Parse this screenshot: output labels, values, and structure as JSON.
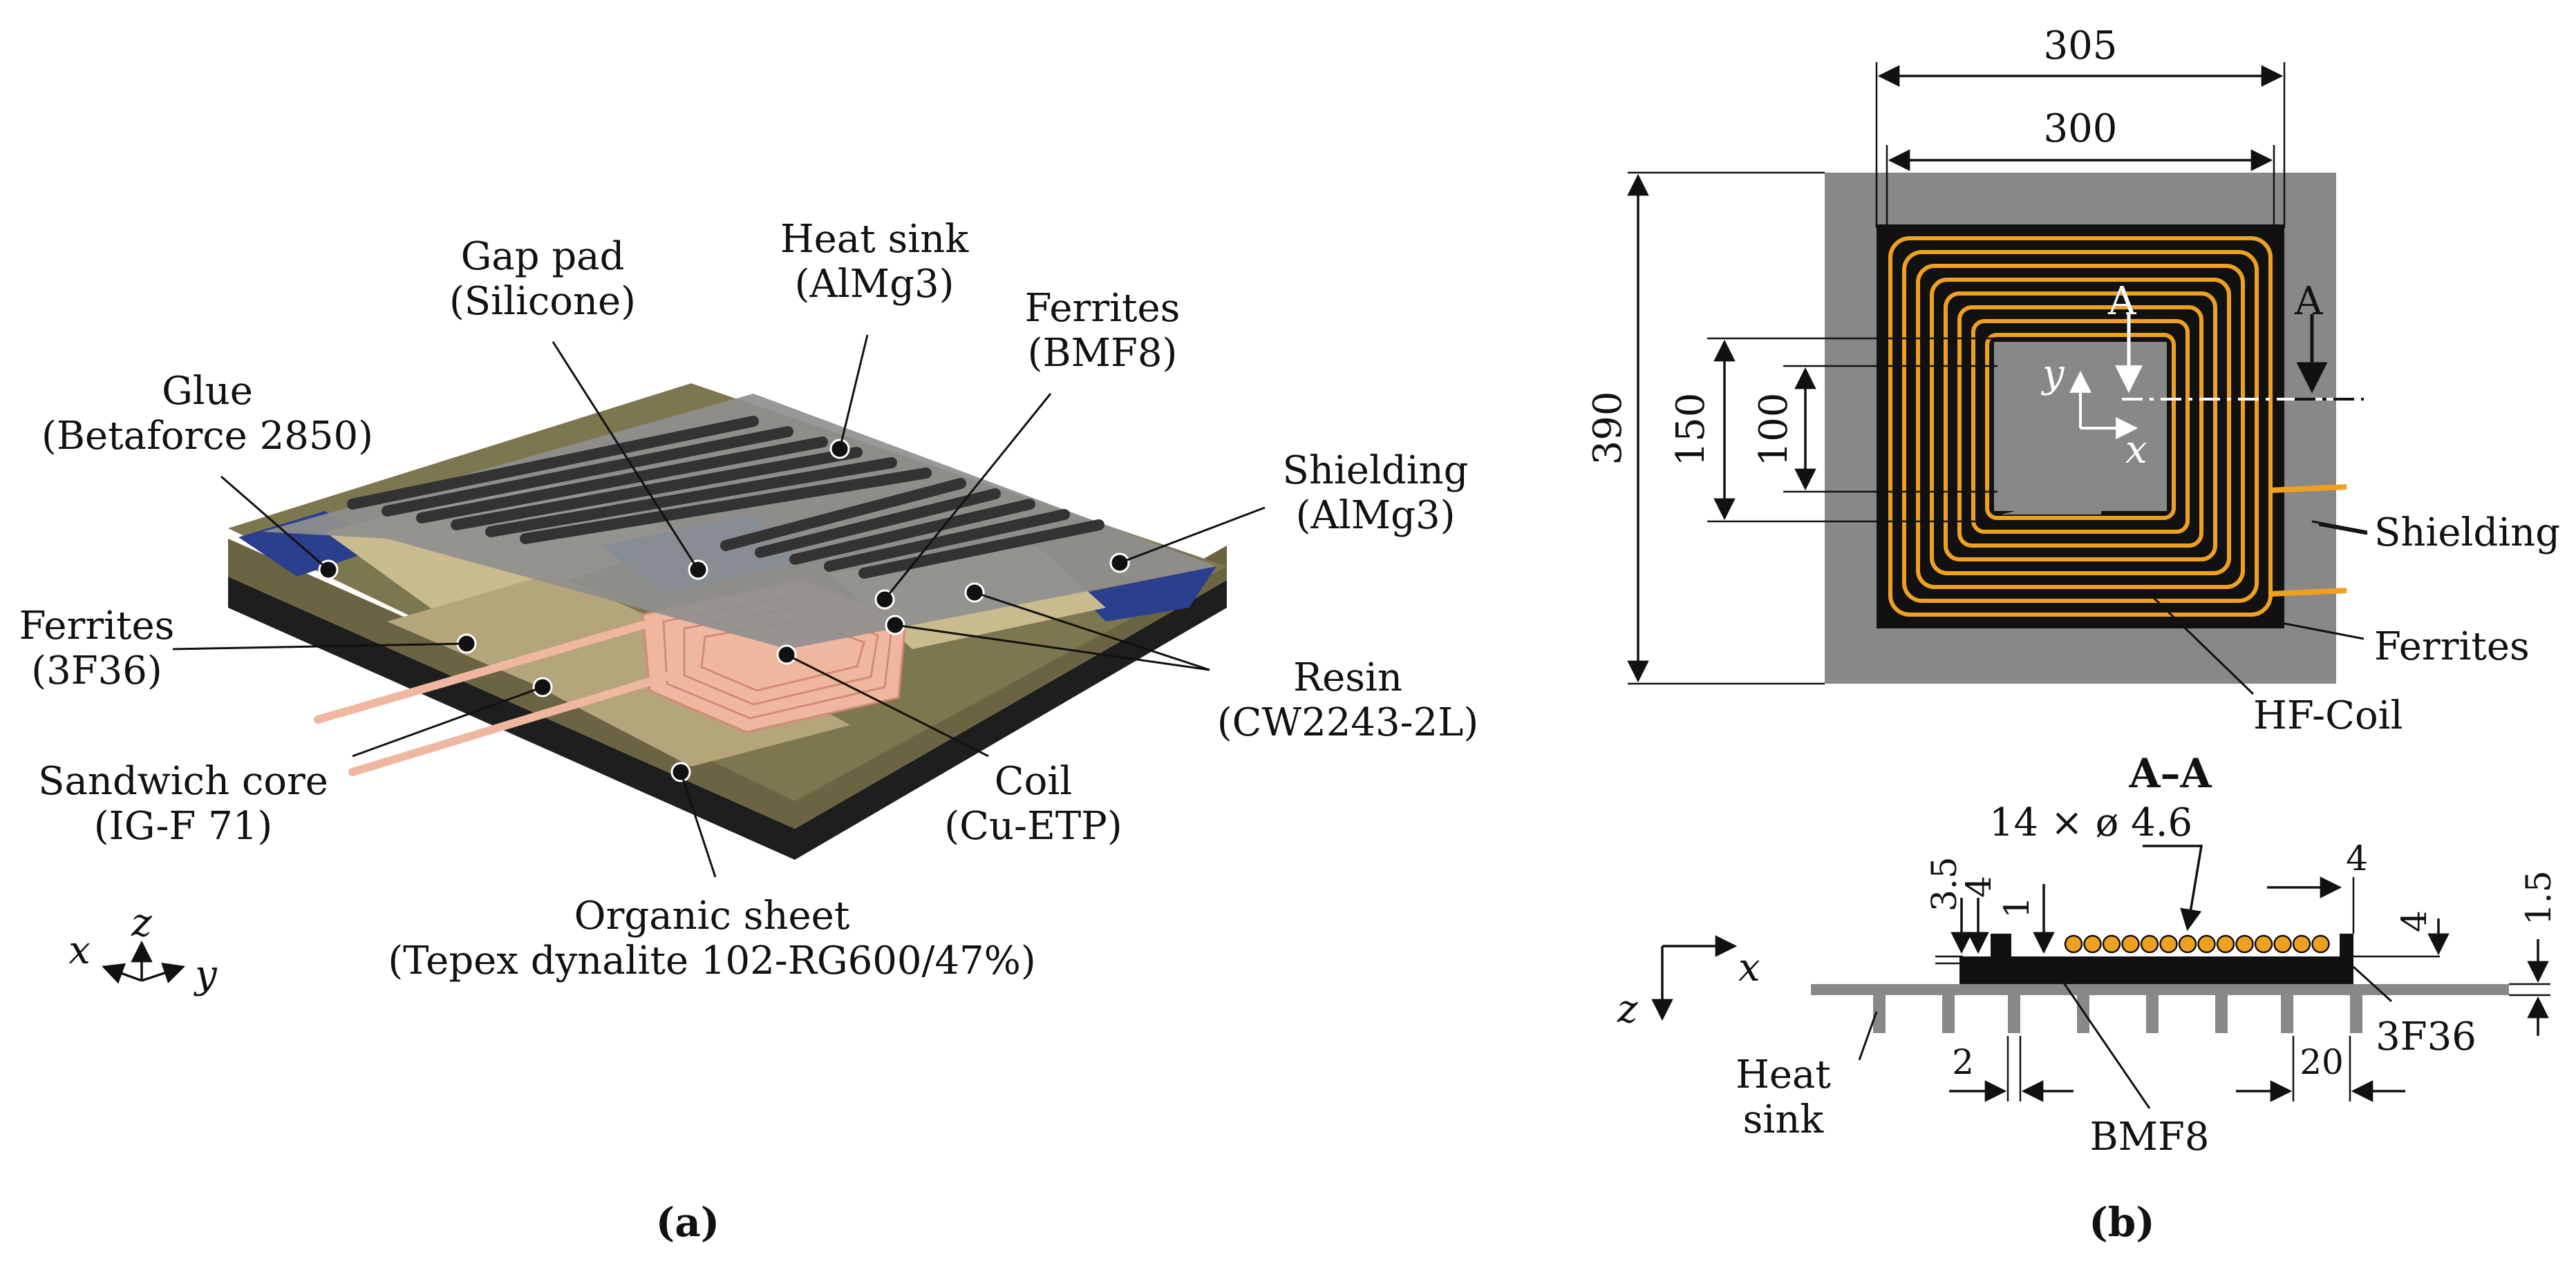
{
  "panel_a": {
    "caption": "(a)",
    "labels": {
      "heat_sink_1": "Heat sink",
      "heat_sink_2": "(AlMg3)",
      "gap_pad_1": "Gap pad",
      "gap_pad_2": "(Silicone)",
      "ferrites_top_1": "Ferrites",
      "ferrites_top_2": "(BMF8)",
      "glue_1": "Glue",
      "glue_2": "(Betaforce 2850)",
      "shielding_1": "Shielding",
      "shielding_2": "(AlMg3)",
      "ferrites_side_1": "Ferrites",
      "ferrites_side_2": "(3F36)",
      "resin_1": "Resin",
      "resin_2": "(CW2243-2L)",
      "sandwich_1": "Sandwich core",
      "sandwich_2": "(IG-F 71)",
      "coil_1": "Coil",
      "coil_2": "(Cu-ETP)",
      "organic_1": "Organic sheet",
      "organic_2": "(Tepex dynalite 102-RG600/47%)"
    },
    "axes": {
      "x": "x",
      "y": "y",
      "z": "z"
    },
    "colors": {
      "heat_sink": "#8f8f8f",
      "gap_pad": "#3a72b8",
      "glue": "#2b3f8f",
      "sheet": "#6b6442",
      "ferrite": "#c9bb8e",
      "coil": "#f0b7a0",
      "base": "#1e1e1e"
    }
  },
  "panel_b": {
    "caption": "(b)",
    "dims": {
      "d305": "305",
      "d300": "300",
      "d390": "390",
      "d150": "150",
      "d100": "100"
    },
    "marks": {
      "a_left": "A",
      "a_right": "A",
      "axis_y": "y",
      "axis_x": "x"
    },
    "labels": {
      "shielding": "Shielding",
      "ferrites": "Ferrites",
      "hf_coil": "HF-Coil"
    },
    "section": {
      "title": "A–A",
      "wire": "14 × ø 4.6",
      "d4_left": "4",
      "d35": "3.5",
      "d1": "1",
      "d4_top": "4",
      "d4_right": "4",
      "d15": "1.5",
      "d2": "2",
      "d20": "20",
      "heat_sink_1": "Heat",
      "heat_sink_2": "sink",
      "bmf8": "BMF8",
      "f3f36": "3F36",
      "axis_x": "x",
      "axis_z": "z"
    },
    "colors": {
      "shield": "#888888",
      "ferrite": "#111111",
      "coil": "#f0a020"
    }
  }
}
